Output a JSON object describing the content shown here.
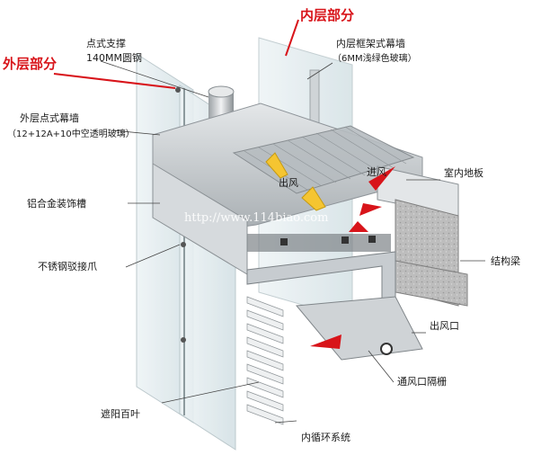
{
  "labels": {
    "outer_part": "外层部分",
    "inner_part": "内层部分",
    "point_support": "点式支撑",
    "round_steel": "140MM圆钢",
    "outer_wall": "外层点式幕墙",
    "outer_glass": "（12+12A+10中空透明玻璃）",
    "inner_wall": "内层框架式幕墙",
    "inner_glass": "（6MM浅绿色玻璃）",
    "decor_slot": "铝合金装饰槽",
    "steel_claw": "不锈钢驳接爪",
    "sunshade": "遮阳百叶",
    "inner_circ": "内循环系统",
    "outlet_air": "出风",
    "inlet_air": "进风",
    "indoor_floor": "室内地板",
    "struct_beam": "结构梁",
    "outlet_port": "出风口",
    "vent_grille": "通风口隔栅"
  },
  "watermark": "http://www.114biao.com",
  "colors": {
    "red": "#d8141a",
    "glass": "#dfe9ec",
    "metal": "#c9cdd0",
    "dark_metal": "#7d8387",
    "concrete": "#b8b8b8",
    "arrow_yellow": "#f5c531"
  }
}
